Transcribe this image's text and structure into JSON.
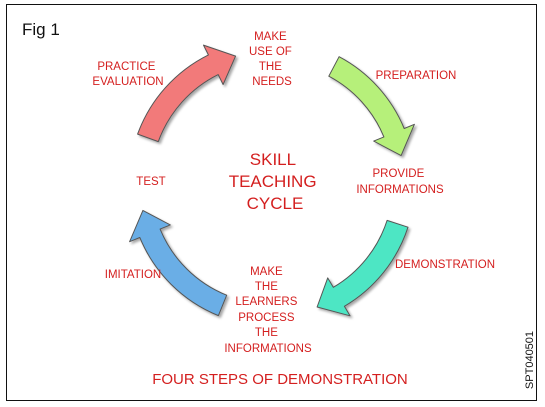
{
  "figure_label": "Fig 1",
  "center_title": [
    "SKILL",
    "TEACHING",
    "CYCLE"
  ],
  "steps": {
    "top": [
      "MAKE",
      "USE OF",
      "THE",
      "NEEDS"
    ],
    "right": [
      "PROVIDE",
      "INFORMATIONS"
    ],
    "bottom": [
      "MAKE",
      "THE",
      "LEARNERS",
      "PROCESS",
      "THE",
      "INFORMATIONS"
    ],
    "left": [
      "TEST"
    ]
  },
  "transitions": {
    "top_right": "PREPARATION",
    "bottom_right": "DEMONSTRATION",
    "bottom_left": "IMITATION",
    "top_left": [
      "PRACTICE",
      "EVALUATION"
    ]
  },
  "caption": "FOUR STEPS OF DEMONSTRATION",
  "figure_code": "SPT040501",
  "colors": {
    "text": "#d41f1f",
    "arrow_top_right": "#b6f07a",
    "arrow_bottom_right": "#4ee6c4",
    "arrow_bottom_left": "#6aaee6",
    "arrow_top_left": "#f27a7a",
    "arrow_outline": "#555555"
  }
}
